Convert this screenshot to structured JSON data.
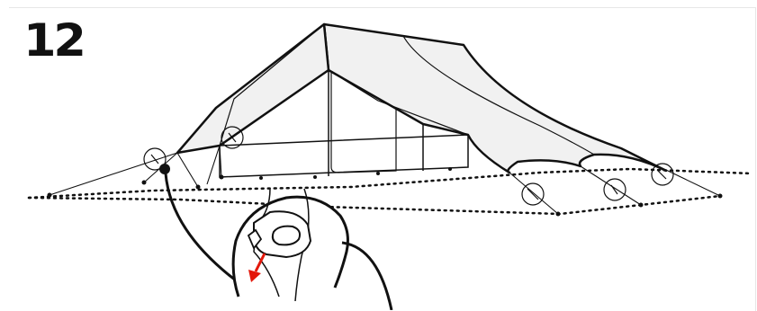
{
  "step": {
    "number": "12"
  },
  "colors": {
    "outline": "#111111",
    "tent_fill": "#f1f1f1",
    "inner_fill": "#ffffff",
    "arrow": "#e3170a"
  },
  "icons": [
    "tent-illustration",
    "guy-line-tensioner-detail",
    "pull-direction-arrow"
  ]
}
